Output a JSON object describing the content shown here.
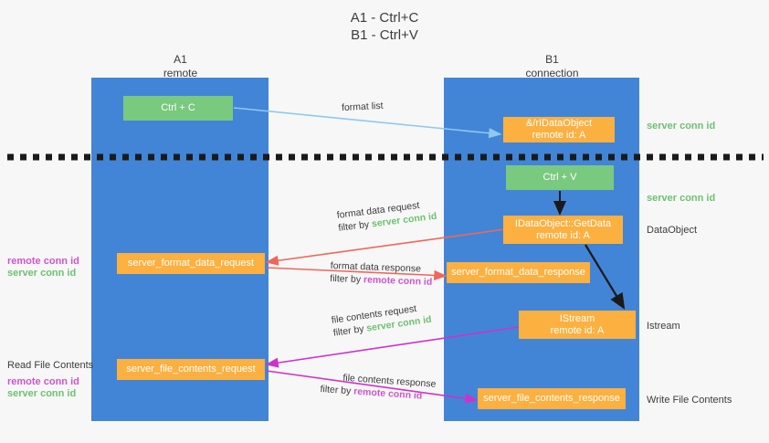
{
  "title": {
    "line1": "A1 - Ctrl+C",
    "line2": "B1 - Ctrl+V"
  },
  "columns": {
    "left": {
      "name": "A1",
      "role": "remote"
    },
    "right": {
      "name": "B1",
      "role": "connection"
    }
  },
  "boxes": {
    "ctrl_c": "Ctrl + C",
    "ctrl_v": "Ctrl + V",
    "idataobject": "&/rIDataObject\nremote id: A",
    "getdata": "IDataObject::GetData\nremote id: A",
    "istream": "IStream\nremote id: A",
    "server_format_data_request": "server_format_data_request",
    "server_format_data_response": "server_format_data_response",
    "server_file_contents_request": "server_file_contents_request",
    "server_file_contents_response": "server_file_contents_response"
  },
  "right_captions": {
    "server_conn_id_top": "server conn id",
    "server_conn_id_mid": "server conn id",
    "dataobject": "DataObject",
    "istream": "Istream",
    "write_file_contents": "Write File Contents"
  },
  "left_captions": {
    "remote_conn_id_1": "remote conn id",
    "server_conn_id_1": "server conn id",
    "read_file_contents": "Read File Contents",
    "remote_conn_id_2": "remote conn id",
    "server_conn_id_2": "server conn id"
  },
  "flows": {
    "format_list": "format list",
    "format_data_request": "format data request",
    "format_data_request_filter_prefix": "filter by ",
    "format_data_request_filter_value": "server conn id",
    "format_data_response": "format data response",
    "format_data_response_filter_prefix": "filter by ",
    "format_data_response_filter_value": "remote conn id",
    "file_contents_request": "file contents request",
    "file_contents_request_filter_prefix": "filter by ",
    "file_contents_request_filter_value": "server conn id",
    "file_contents_response": "file contents response",
    "file_contents_response_filter_prefix": "filter by ",
    "file_contents_response_filter_value": "remote conn id"
  },
  "colors": {
    "panel_blue": "#4285d6",
    "box_green": "#79c97f",
    "box_orange": "#fbb040",
    "conn_green": "#6ec071",
    "conn_magenta": "#cc55cc",
    "arrow_lightblue": "#8ec8ee",
    "arrow_red": "#f0665a",
    "arrow_black": "#1a1a1a",
    "arrow_magenta": "#cc33cc",
    "background": "#f7f7f7"
  }
}
